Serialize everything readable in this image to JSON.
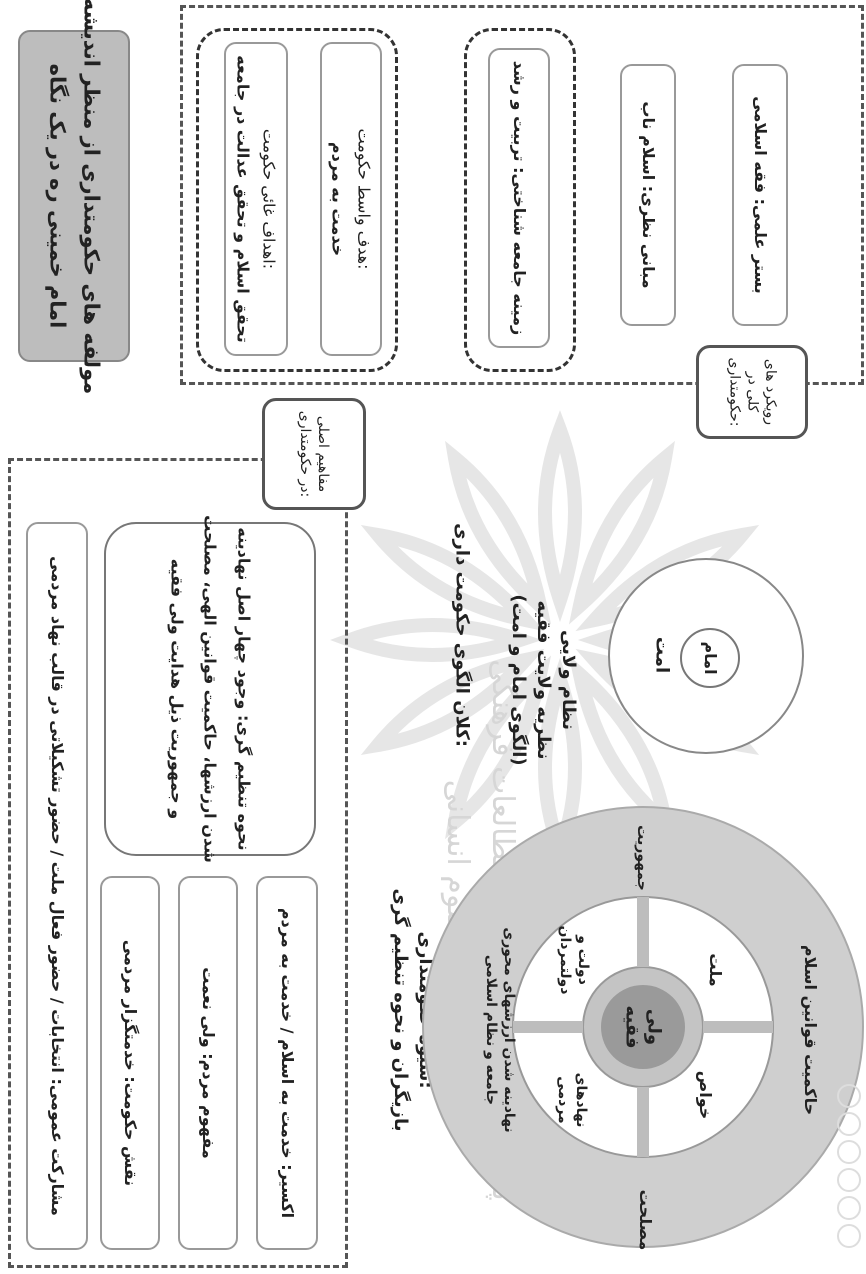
{
  "title": {
    "line1": "مولفه های حکومتداری از منظر اندیشه",
    "line2": "امام خمینی ره در یک نگاه"
  },
  "approaches": {
    "label": "رویکرد های کلی در حکومتداری:",
    "goal_final": {
      "line1": "اهداف غائی حکومت:",
      "line2": "تحقق اسلام و تحقق عدالت در جامعه"
    },
    "goal_intermediate": {
      "line1": "هدف واسط حکومت:",
      "line2": "خدمت به مردم"
    },
    "context": "زمینه جامعه شناختی: تربیت و رشد",
    "theory": "مبانی نظری: اسلام ناب",
    "scientific": "بستر علمی: فقه اسلامی"
  },
  "concepts": {
    "label": "مفاهیم اصلی در حکومتداری:",
    "participation": "مشارکت عمومی: انتخابات / حضور فعال ملت / حضور تشکیلاتی در قالب نهاد مردمی",
    "regulation": {
      "line1": "نحوه تنظیم گری: وجود چهار اصل نهادینه",
      "line2": "شدن ارزشها، حاکمیت قوانین الهی، مصلحت",
      "line3": "و جمهوریت ذیل هدایت ولی فقیه"
    },
    "gov_role": "نقش حکومت: خدمتگزار مردمی",
    "people_concept": "مفهوم مردم: ولی نعمت",
    "elixir": "اکسیر: خدمت به اسلام / خدمت به مردم"
  },
  "macro_model": {
    "title": "کلان الگوی حکومت داری:",
    "line1": "نظام ولایی",
    "line2": "نظریه ولایت فقیه",
    "line3": "(الگوی امام و امت)",
    "outer": "امت",
    "inner": "امام"
  },
  "governance_method": {
    "title": "شیوه حکومتداری:",
    "subtitle": "بازیگران و نحوه تنظیم گری",
    "center": {
      "line1": "ولی",
      "line2": "فقیه"
    },
    "segments": {
      "state": {
        "line1": "دولت و",
        "line2": "دولتمردان"
      },
      "nation": "ملت",
      "elites": "خواص",
      "institutions": {
        "line1": "نهادهای",
        "line2": "مردمی"
      }
    },
    "outer_ring": {
      "left": "حاکمیت قوانین اسلام",
      "right": {
        "line1": "نهادینه شدن ارزشهای محوری",
        "line2": "جامعه و نظام اسلامی"
      },
      "bottom": "مصلحت",
      "top": "جمهوریت"
    }
  },
  "watermark": {
    "line1": "پژوهشگاه علوم انسانی و مطالعات فرهنگی",
    "line2": "پرتال جامع علوم انسانی"
  },
  "colors": {
    "title_fill": "#bdbdbd",
    "ring_outer": "#cfcfcf",
    "ring_inner": "#b3b3b3",
    "center": "#9a9a9a",
    "border": "#555555"
  }
}
